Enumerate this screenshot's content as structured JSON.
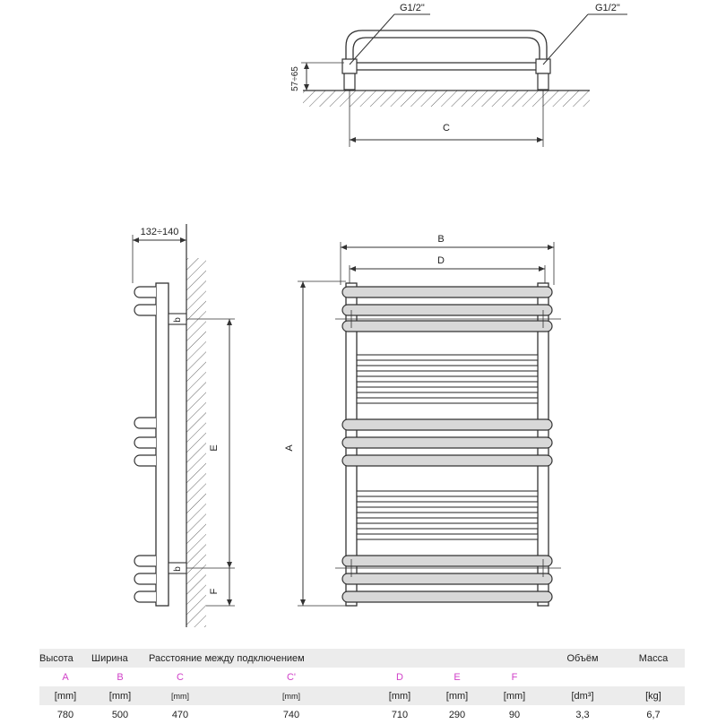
{
  "top_view": {
    "left_connection": "G1/2\"",
    "right_connection": "G1/2\"",
    "wall_distance": "57÷65",
    "dim_c": "C"
  },
  "side_view": {
    "wall_offset": "132÷140",
    "dim_e": "E",
    "dim_f": "F"
  },
  "front_view": {
    "dim_b": "B",
    "dim_d": "D",
    "dim_a": "A"
  },
  "table": {
    "headers": {
      "height": "Высота",
      "width": "Ширина",
      "connection_distance": "Расстояние между подключением",
      "volume": "Объём",
      "mass": "Масса"
    },
    "letters": [
      "A",
      "B",
      "C",
      "C'",
      "D",
      "E",
      "F"
    ],
    "units": [
      "[mm]",
      "[mm]",
      "[mm]",
      "[mm]",
      "[mm]",
      "[mm]",
      "[mm]",
      "[dm³]",
      "[kg]"
    ],
    "values": [
      "780",
      "500",
      "470",
      "740",
      "710",
      "290",
      "90",
      "3,3",
      "6,7"
    ]
  },
  "colors": {
    "line": "#333333",
    "hatch": "#555555",
    "tube_fill": "#d8d8d8",
    "letter_accent": "#d040c8"
  }
}
